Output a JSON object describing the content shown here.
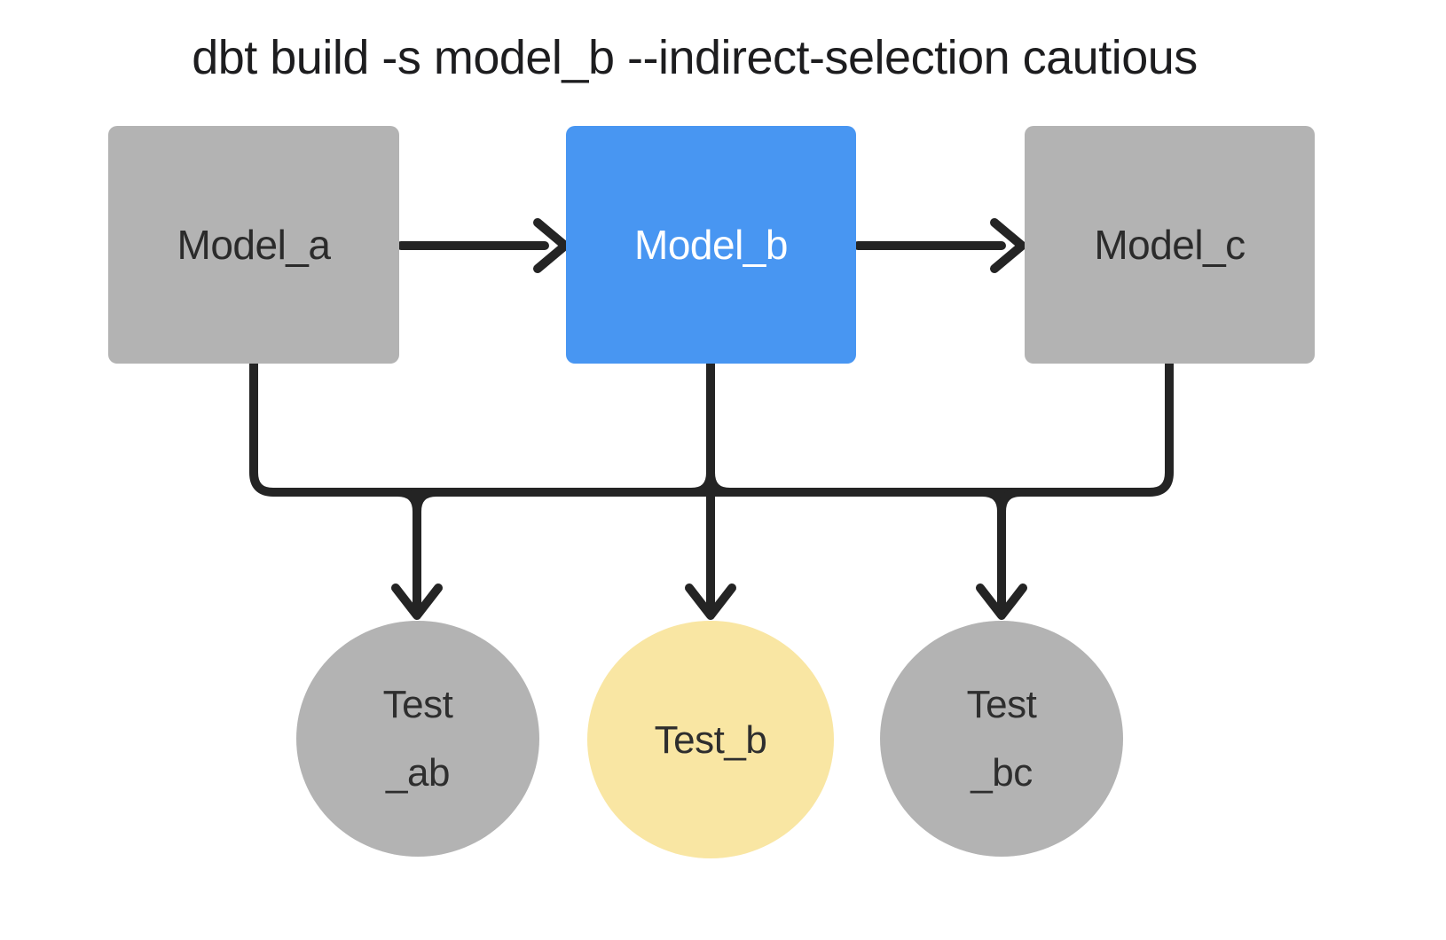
{
  "title": "dbt build -s model_b --indirect-selection cautious",
  "colors": {
    "background": "#ffffff",
    "edge": "#242424",
    "title_text": "#1d1d1f",
    "model_gray": "#b3b3b3",
    "selected_blue": "#4896f2",
    "test_yellow": "#f9e6a3",
    "label_dark": "#2b2b2b",
    "label_light": "#ffffff"
  },
  "nodes": {
    "model_a": {
      "label": "Model_a",
      "kind": "model",
      "selected": false,
      "fill": "#b3b3b3",
      "text_color": "#2b2b2b"
    },
    "model_b": {
      "label": "Model_b",
      "kind": "model",
      "selected": true,
      "fill": "#4896f2",
      "text_color": "#ffffff"
    },
    "model_c": {
      "label": "Model_c",
      "kind": "model",
      "selected": false,
      "fill": "#b3b3b3",
      "text_color": "#2b2b2b"
    },
    "test_ab": {
      "label_lines": [
        "Test",
        "_ab"
      ],
      "kind": "test",
      "selected": false,
      "fill": "#b3b3b3",
      "text_color": "#2e2e2e"
    },
    "test_b": {
      "label_lines": [
        "Test_b"
      ],
      "kind": "test",
      "selected": true,
      "fill": "#f9e6a3",
      "text_color": "#2e2e2e"
    },
    "test_bc": {
      "label_lines": [
        "Test",
        "_bc"
      ],
      "kind": "test",
      "selected": false,
      "fill": "#b3b3b3",
      "text_color": "#2e2e2e"
    }
  },
  "edges": [
    {
      "from": "model_a",
      "to": "model_b"
    },
    {
      "from": "model_b",
      "to": "model_c"
    },
    {
      "from": "model_a",
      "to": "test_ab"
    },
    {
      "from": "model_b",
      "to": "test_ab"
    },
    {
      "from": "model_b",
      "to": "test_b"
    },
    {
      "from": "model_b",
      "to": "test_bc"
    },
    {
      "from": "model_c",
      "to": "test_bc"
    }
  ]
}
